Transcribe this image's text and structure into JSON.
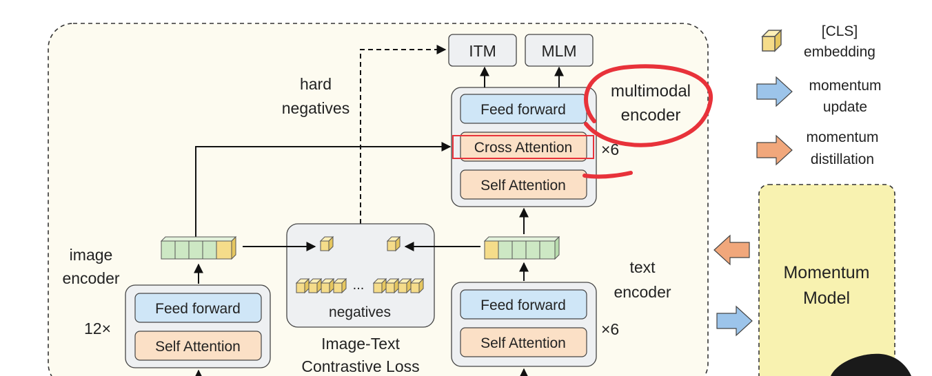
{
  "legend": {
    "cls_label_line1": "[CLS]",
    "cls_label_line2": "embedding",
    "momentum_update_line1": "momentum",
    "momentum_update_line2": "update",
    "momentum_distillation_line1": "momentum",
    "momentum_distillation_line2": "distillation"
  },
  "heads": {
    "itm": "ITM",
    "mlm": "MLM"
  },
  "multimodal": {
    "label_line1": "multimodal",
    "label_line2": "encoder",
    "feed_forward": "Feed forward",
    "cross_attention": "Cross Attention",
    "self_attention": "Self Attention",
    "repeat": "×6"
  },
  "hard_negatives": {
    "line1": "hard",
    "line2": "negatives"
  },
  "image_encoder": {
    "label_line1": "image",
    "label_line2": "encoder",
    "feed_forward": "Feed forward",
    "self_attention": "Self Attention",
    "repeat": "12×"
  },
  "text_encoder": {
    "label_line1": "text",
    "label_line2": "encoder",
    "feed_forward": "Feed forward",
    "self_attention": "Self Attention",
    "repeat": "×6"
  },
  "contrastive": {
    "ellipsis": "...",
    "negatives": "negatives",
    "label_line1": "Image-Text",
    "label_line2": "Contrastive Loss"
  },
  "momentum_model": {
    "line1": "Momentum",
    "line2": "Model"
  },
  "colors": {
    "background_panel": "#fdfbf0",
    "feed_forward_fill": "#cfe6f7",
    "attention_fill": "#fbe0c6",
    "block_fill": "#eef0f2",
    "cls_yellow": "#f5dc8a",
    "patch_green": "#cde8c4",
    "momentum_panel": "#f8f2b0",
    "momentum_update_arrow": "#9cc4ea",
    "momentum_distillation_arrow": "#f1a77b",
    "annotation_red": "#e8323a"
  }
}
